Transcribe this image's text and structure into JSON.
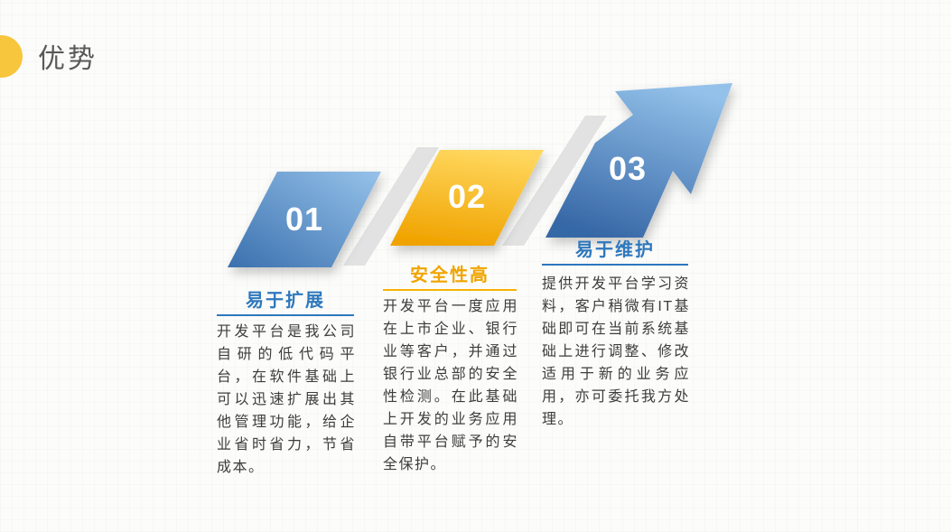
{
  "slide": {
    "title": "优势",
    "steps": [
      {
        "number": "01",
        "heading": "易于扩展",
        "body": "开发平台是我公司自研的低代码平台，在软件基础上可以迅速扩展出其他管理功能，给企业省时省力，节省成本。"
      },
      {
        "number": "02",
        "heading": "安全性高",
        "body": "开发平台一度应用在上市企业、银行业等客户，并通过银行业总部的安全性检测。在此基础上开发的业务应用自带平台赋予的安全保护。"
      },
      {
        "number": "03",
        "heading": "易于维护",
        "body": "提供开发平台学习资料，客户稍微有IT基础即可在当前系统基础上进行调整、修改适用于新的业务应用，亦可委托我方处理。"
      }
    ]
  },
  "colors": {
    "accent_blue": "#2e78bd",
    "accent_gold": "#f0a400",
    "shape_blue_light": "#96c2ea",
    "shape_blue_dark": "#3a70ae",
    "shape_gold_light": "#ffd75e",
    "shape_gold_dark": "#f0a300",
    "connector_gray": "#e2e2e2",
    "title_gray": "#595959",
    "body_text": "#3d3d3d",
    "circle_yellow": "#f8c63d"
  }
}
